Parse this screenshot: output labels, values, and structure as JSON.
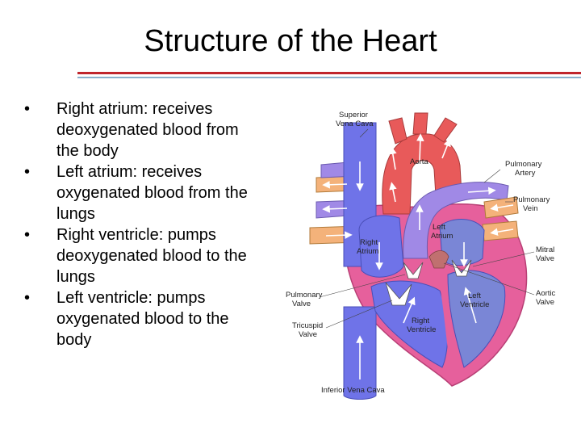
{
  "title": "Structure of the Heart",
  "bullet_marker": "•",
  "bullets": [
    {
      "line1": "Right atrium: receives",
      "line2": "deoxygenated blood from",
      "line3": "the body"
    },
    {
      "line1": "Left atrium: receives",
      "line2": "oxygenated blood from the",
      "line3": "lungs"
    },
    {
      "line1": "Right ventricle: pumps",
      "line2": "deoxygenated blood to the",
      "line3": "lungs"
    },
    {
      "line1": "Left ventricle: pumps",
      "line2": "oxygenated blood to the",
      "line3": "body"
    }
  ],
  "diagram": {
    "labels": {
      "superior_vena_cava_1": "Superior",
      "superior_vena_cava_2": "Vena Cava",
      "aorta": "Aorta",
      "pulmonary_artery_1": "Pulmonary",
      "pulmonary_artery_2": "Artery",
      "pulmonary_vein_1": "Pulmonary",
      "pulmonary_vein_2": "Vein",
      "left_atrium_1": "Left",
      "left_atrium_2": "Atrium",
      "right_atrium_1": "Right",
      "right_atrium_2": "Atrium",
      "mitral_valve_1": "Mitral",
      "mitral_valve_2": "Valve",
      "pulmonary_valve_1": "Pulmonary",
      "pulmonary_valve_2": "Valve",
      "left_ventricle_1": "Left",
      "left_ventricle_2": "Ventricle",
      "aortic_valve_1": "Aortic",
      "aortic_valve_2": "Valve",
      "right_ventricle_1": "Right",
      "right_ventricle_2": "Ventricle",
      "tricuspid_valve_1": "Tricuspid",
      "tricuspid_valve_2": "Valve",
      "inferior_vena_cava": "Inferior Vena Cava"
    },
    "colors": {
      "deoxygenated": "#6f73e8",
      "oxygenated": "#e85a5a",
      "heart_wall": "#e6609c",
      "pulmonary_artery": "#a089e6",
      "pulmonary_vein": "#f4b27a",
      "septum": "#7a86d6",
      "valve": "#ffffff"
    }
  }
}
